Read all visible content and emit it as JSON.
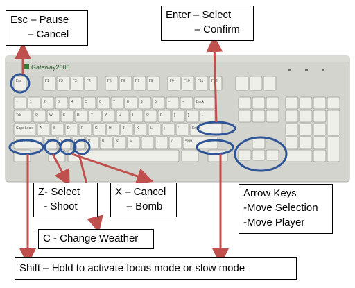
{
  "keyboard": {
    "brand": "Gateway2000",
    "key_labels": {
      "f_keys": [
        "F1",
        "F2",
        "F3",
        "F4",
        "F5",
        "F6",
        "F7",
        "F8",
        "F9",
        "F10",
        "F11",
        "F12"
      ],
      "row_numbers": [
        "~",
        "1",
        "2",
        "3",
        "4",
        "5",
        "6",
        "7",
        "8",
        "9",
        "0",
        "-",
        "=",
        "Back"
      ],
      "row_qwerty": [
        "Tab",
        "Q",
        "W",
        "E",
        "R",
        "T",
        "Y",
        "U",
        "I",
        "O",
        "P",
        "[",
        "]",
        "\\"
      ],
      "row_asdf": [
        "Caps Lock",
        "A",
        "S",
        "D",
        "F",
        "G",
        "H",
        "J",
        "K",
        "L",
        ";",
        "'"
      ],
      "row_zxcv": [
        "Shift",
        "Z",
        "X",
        "C",
        "V",
        "B",
        "N",
        "M",
        ",",
        ".",
        "/"
      ],
      "esc": "Esc",
      "enter": "Enter"
    }
  },
  "labels": {
    "esc": {
      "line1": "Esc – Pause",
      "line2": "      – Cancel"
    },
    "enter": {
      "line1": "Enter – Select",
      "line2": "          – Confirm"
    },
    "z": {
      "line1": "Z- Select",
      "line2": "  - Shoot"
    },
    "x": {
      "line1": "X – Cancel",
      "line2": "    – Bomb"
    },
    "c": {
      "line1": "C - Change Weather"
    },
    "arrows": {
      "line1": "Arrow Keys",
      "line2": "-Move Selection",
      "line3": "-Move Player"
    },
    "shift": {
      "line1": "Shift – Hold to activate focus mode or slow mode"
    }
  },
  "colors": {
    "highlight_circle": "#2f5597",
    "arrow": "#c0504d",
    "keyboard_body": "#d4d4cf",
    "key": "#efefe9"
  }
}
